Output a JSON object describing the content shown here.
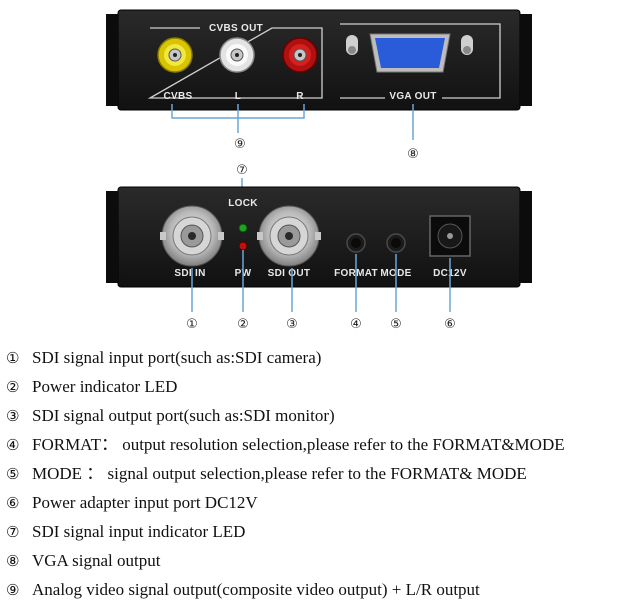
{
  "top_panel": {
    "group_label": "CVBS OUT",
    "ports": {
      "cvbs": "CVBS",
      "left": "L",
      "right": "R"
    },
    "vga_label": "VGA OUT"
  },
  "bottom_panel": {
    "lock_label": "LOCK",
    "pw_label": "PW",
    "sdi_in_label": "SDI IN",
    "sdi_out_label": "SDI OUT",
    "format_label": "FORMAT",
    "mode_label": "MODE",
    "dc_label": "DC12V"
  },
  "callouts": {
    "n1": "①",
    "n2": "②",
    "n3": "③",
    "n4": "④",
    "n5": "⑤",
    "n6": "⑥",
    "n7": "⑦",
    "n8": "⑧",
    "n9": "⑨"
  },
  "legend": [
    {
      "marker": "①",
      "text": "SDI signal input port(such as:SDI camera)"
    },
    {
      "marker": "②",
      "text": "Power indicator LED"
    },
    {
      "marker": "③",
      "text": "SDI signal output port(such as:SDI monitor)"
    },
    {
      "marker": "④",
      "text": "FORMAT： output resolution selection,please refer to the FORMAT&MODE"
    },
    {
      "marker": "⑤",
      "text": "MODE ： signal output selection,please refer to the FORMAT& MODE"
    },
    {
      "marker": "⑥",
      "text": "Power adapter input port DC12V"
    },
    {
      "marker": "⑦",
      "text": "SDI signal input indicator LED"
    },
    {
      "marker": "⑧",
      "text": "VGA signal output"
    },
    {
      "marker": "⑨",
      "text": "Analog video signal output(composite video output) + L/R output"
    }
  ]
}
